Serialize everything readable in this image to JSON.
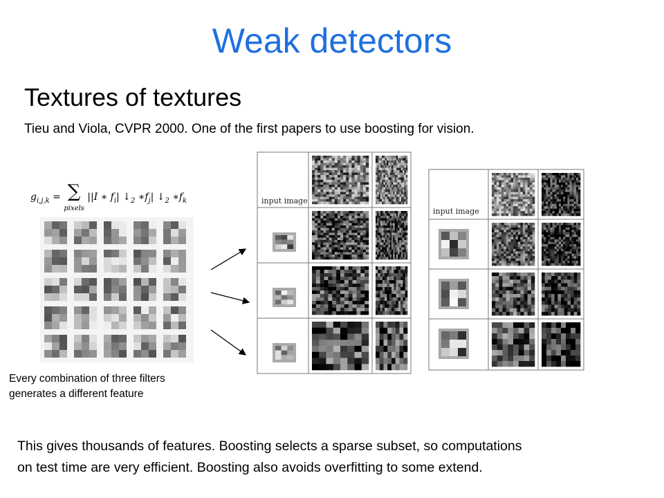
{
  "slide": {
    "title": "Weak detectors",
    "subtitle": "Textures of textures",
    "citation": "Tieu and Viola, CVPR 2000. One of the first papers to use boosting for vision.",
    "formula": {
      "lhs": "g",
      "lhs_sub": "i,j,k",
      "equals": "=",
      "sum_symbol": "∑",
      "sum_sub": "pixels",
      "body": "||I ∗ f",
      "i": "i",
      "down": "| ↓",
      "two": "2",
      "star_fj": " ∗f",
      "j": "j",
      "k_part": " ∗f",
      "k": "k"
    },
    "caption_lines": [
      "Every combination of three filters",
      "generates a different feature"
    ],
    "bottom_lines": [
      "This gives thousands of features. Boosting selects a sparse subset, so computations",
      "on test time are very efficient. Boosting also avoids overfitting to some extend."
    ]
  },
  "panels": {
    "left_label": "input image",
    "right_label": "input image"
  },
  "colors": {
    "title": "#1f6fe0"
  }
}
